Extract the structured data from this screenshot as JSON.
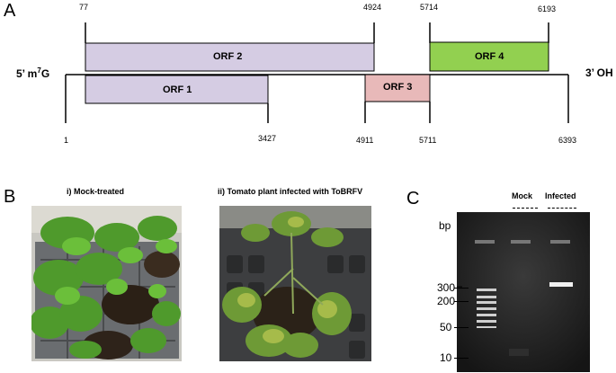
{
  "panels": {
    "a": "A",
    "b": "B",
    "c": "C"
  },
  "genome": {
    "five_prime": "5’ m",
    "five_prime_sup": "7",
    "five_prime_end": "G",
    "three_prime": "3’ OH",
    "top_positions": [
      "77",
      "4924",
      "5714",
      "6193"
    ],
    "bottom_positions": [
      "1",
      "3427",
      "4911",
      "5711",
      "6393"
    ],
    "orfs": [
      {
        "label": "ORF 2",
        "color": "#d5cce3"
      },
      {
        "label": "ORF 1",
        "color": "#d5cce3"
      },
      {
        "label": "ORF 3",
        "color": "#e8b9b9"
      },
      {
        "label": "ORF 4",
        "color": "#92d050"
      }
    ]
  },
  "plants": {
    "mock_caption": "i) Mock-treated",
    "infected_caption": "ii) Tomato plant infected with ToBRFV"
  },
  "gel": {
    "lane_mock": "Mock",
    "lane_infected": "Infected",
    "unit": "bp",
    "markers": [
      "300",
      "200",
      "50",
      "10"
    ]
  }
}
